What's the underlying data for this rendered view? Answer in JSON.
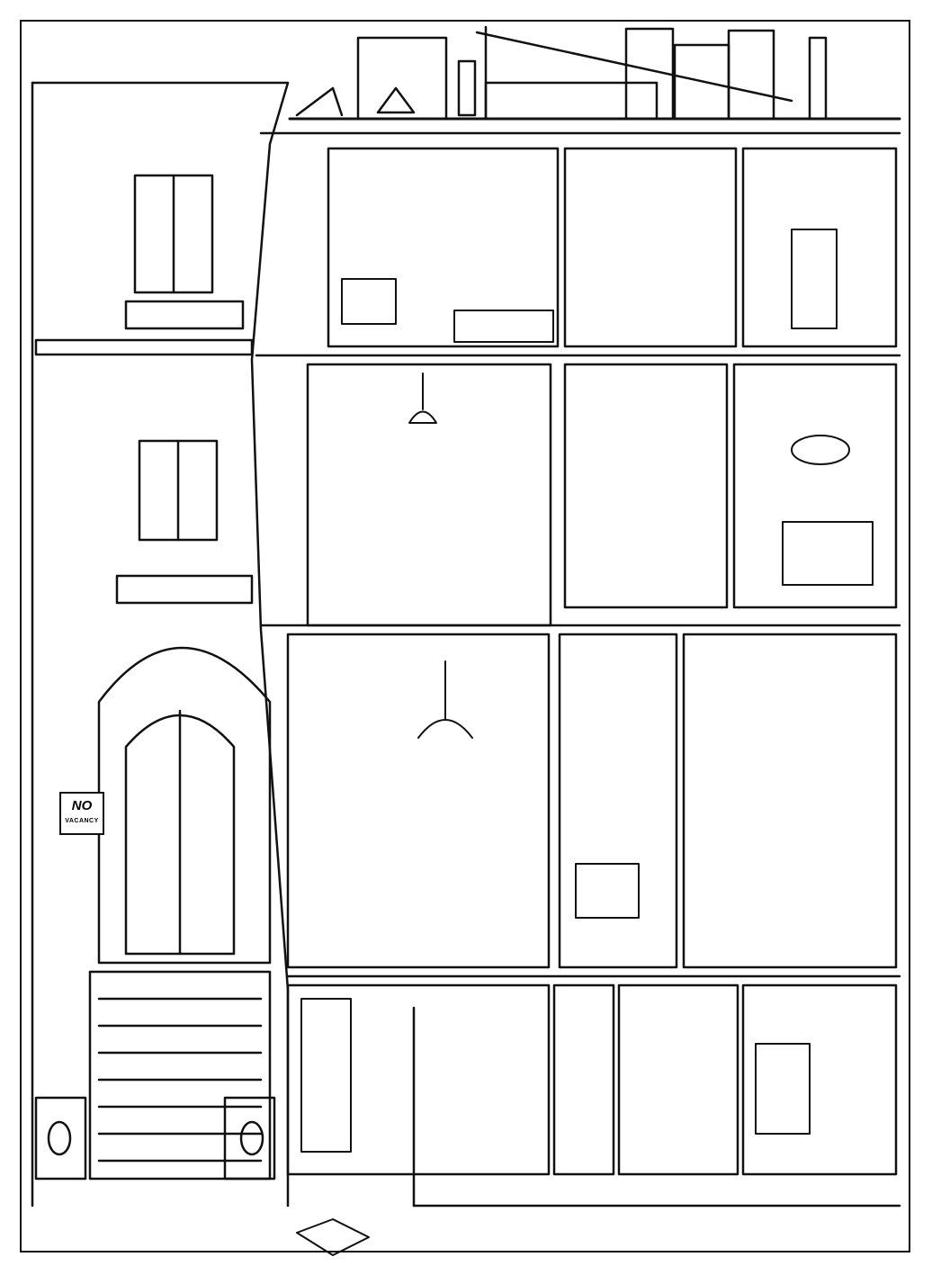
{
  "illustration": {
    "subject": "Cutaway line drawing of a New York brownstone apartment building with rooms visible",
    "style": "black ink line art on white",
    "colors": {
      "ink": "#111111",
      "paper": "#ffffff"
    }
  },
  "sign": {
    "line1": "NO",
    "line2": "VACANCY"
  }
}
